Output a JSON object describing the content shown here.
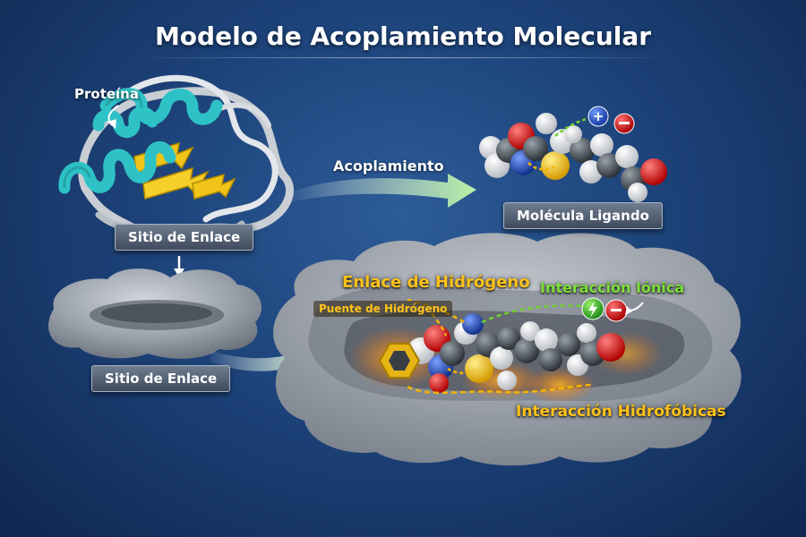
{
  "title": "Modelo de Acoplamiento Molecular",
  "labels": {
    "protein": "Proteína",
    "binding_site_top": "Sitio de Enlace",
    "binding_site_mid": "Sitio de Enlace",
    "docking": "Acoplamiento",
    "ligand": "Molécula Ligando",
    "hbond_title": "Enlace de Hidrógeno",
    "hbond_bridge": "Puente de Hidrógeno",
    "ionic": "Interacción Iónica",
    "hydrophobic": "Interacción Hidrofóbicas"
  },
  "colors": {
    "helix": "#2ec2c6",
    "sheet": "#f0c419",
    "oxygen": "#d7191c",
    "nitrogen": "#1f4fb4",
    "sulfur": "#f2b705",
    "carbon": "#505860",
    "hydrogen": "#e8eaec",
    "ionic": "#6ed22a",
    "hbond": "#f5b400"
  },
  "icons": [
    "arrow-down-icon",
    "plus-charge-icon",
    "minus-charge-icon",
    "benzene-ring-icon"
  ]
}
